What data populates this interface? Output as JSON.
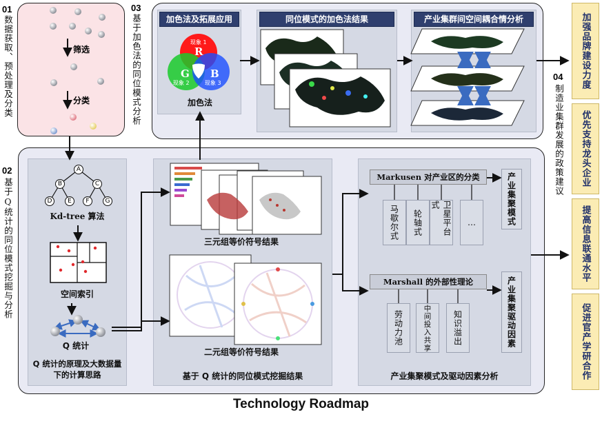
{
  "footer_title": "Technology Roadmap",
  "steps": {
    "s01": {
      "num": "01",
      "label": "数据获取、预处理及分类"
    },
    "s02": {
      "num": "02",
      "label": "基于Q统计的同位模式挖掘与分析"
    },
    "s03": {
      "num": "03",
      "label": "基于加色法的同位模式分析"
    },
    "s04": {
      "num": "04",
      "label": "制造业集群发展的政策建议"
    }
  },
  "preprocess": {
    "filter": "筛选",
    "classify": "分类"
  },
  "kdtree": {
    "title": "Kd-tree 算法",
    "nodes": [
      "A",
      "B",
      "C",
      "D",
      "E",
      "F",
      "G"
    ],
    "spatial_index": "空间索引",
    "q_stat": "Q 统计",
    "caption": "Q 统计的原理及大数据量下的计算思路"
  },
  "results": {
    "triple": "三元组等价符号结果",
    "pair": "二元组等价符号结果",
    "caption": "基于 Q 统计的同位模式挖掘结果"
  },
  "color_add": {
    "title": "加色法及拓展应用",
    "r": "R",
    "g": "G",
    "b": "B",
    "phen1": "现象 1",
    "phen2": "现象 2",
    "phen3": "现象 3",
    "label": "加色法"
  },
  "colocation_result": {
    "title": "同位模式的加色法结果"
  },
  "coupling": {
    "title": "产业集群间空间耦合情分析"
  },
  "markusen": {
    "title": "Markusen 对产业区的分类",
    "items": [
      "马歇尔式",
      "轮轴式",
      "卫星平台式",
      "…"
    ],
    "side": "产业集聚模式"
  },
  "marshall": {
    "title": "Marshall 的外部性理论",
    "items": [
      "劳动力池",
      "中间投入共享",
      "知识溢出"
    ],
    "side": "产业集聚驱动因素"
  },
  "analysis_caption": "产业集聚模式及驱动因素分析",
  "policies": [
    "加强品牌建设力度",
    "优先支持龙头企业",
    "提高信息联通水平",
    "促进官产学研合作"
  ],
  "colors": {
    "pink_panel": "#fbe3e6",
    "lavender_panel": "#e9eaf4",
    "navy": "#2f3f6e",
    "policy_bg": "#fbecb4"
  }
}
